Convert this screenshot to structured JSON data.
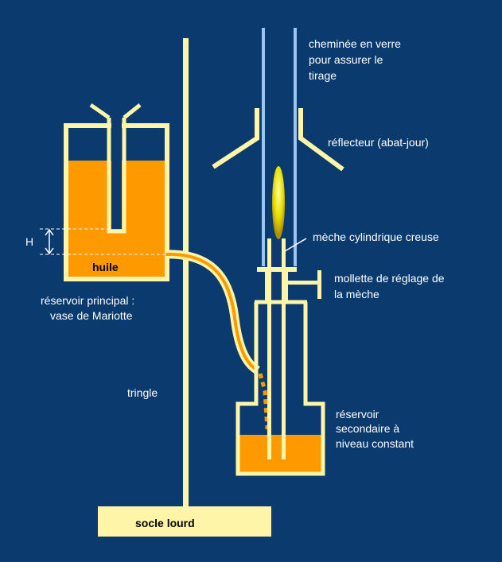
{
  "colors": {
    "background": "#0b3a6e",
    "frame": "#fff5a8",
    "oil": "#ff9900",
    "chimney": "#9cc4f0",
    "text": "#ffffff"
  },
  "labels": {
    "chimney": [
      "cheminée en verre",
      "pour assurer le",
      "tirage"
    ],
    "reflector": [
      "réflecteur (abat-jour)"
    ],
    "wick": [
      "mèche cylindrique creuse"
    ],
    "knob": [
      "mollette de réglage de",
      "la mèche"
    ],
    "secondary_reservoir": [
      "réservoir",
      "secondaire à",
      "niveau constant"
    ],
    "main_reservoir": [
      "réservoir principal :",
      "vase de Mariotte"
    ],
    "rod": [
      "tringle"
    ],
    "oil": [
      "huile"
    ],
    "height": [
      "H"
    ],
    "base": [
      "socle lourd"
    ]
  }
}
